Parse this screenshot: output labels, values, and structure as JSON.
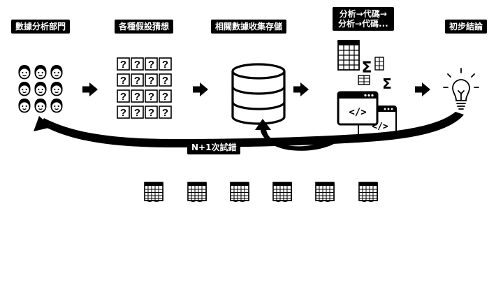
{
  "stages": [
    {
      "label": "數據分析部門"
    },
    {
      "label": "各種假設猜想"
    },
    {
      "label": "相關數據收集存儲"
    },
    {
      "label_lines": [
        "分析→代碼→",
        "分析→代碼..."
      ]
    },
    {
      "label": "初步結論"
    }
  ],
  "loop": {
    "label": "N+1次試錯"
  },
  "icons": {
    "people": "faces-icon",
    "hypotheses": "question-grid-icon",
    "storage": "database-icon",
    "analysis": "spreadsheet-sum-icon",
    "code": "code-window-icon",
    "conclusion": "lightbulb-icon",
    "iteration": "spreadsheet-icon",
    "arrow": "right-arrow-icon"
  },
  "colors": {
    "ink": "#000000",
    "background": "#ffffff"
  }
}
